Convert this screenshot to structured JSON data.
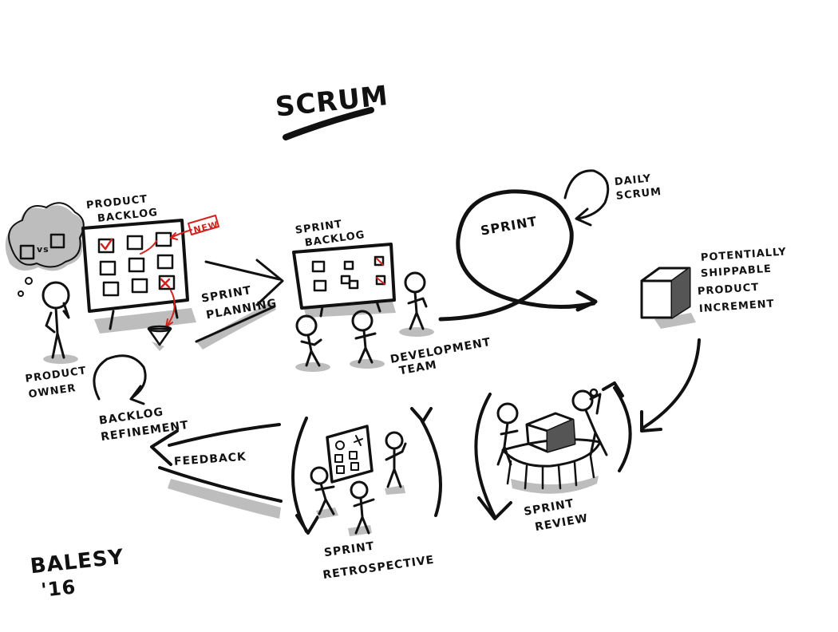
{
  "title": "SCRUM",
  "labels": {
    "product_backlog": [
      "PRODUCT",
      "BACKLOG"
    ],
    "new_tag": "NEW",
    "thought_vs": "vs",
    "product_owner": [
      "PRODUCT",
      "OWNER"
    ],
    "sprint_planning": [
      "SPRINT",
      "PLANNING"
    ],
    "sprint_backlog": [
      "SPRINT",
      "BACKLOG"
    ],
    "sprint": "SPRINT",
    "daily_scrum": [
      "DAILY",
      "SCRUM"
    ],
    "development_team": [
      "DEVELOPMENT",
      "TEAM"
    ],
    "increment": [
      "POTENTIALLY",
      "SHIPPABLE",
      "PRODUCT",
      "INCREMENT"
    ],
    "backlog_refinement": [
      "BACKLOG",
      "REFINEMENT"
    ],
    "feedback": "FEEDBACK",
    "sprint_retrospective": [
      "SPRINT",
      "RETROSPECTIVE"
    ],
    "sprint_review": [
      "SPRINT",
      "REVIEW"
    ],
    "signature": [
      "BALESY",
      "'16"
    ]
  },
  "colors": {
    "ink": "#111111",
    "shadow": "#bdbdbd",
    "accent": "#d2231f"
  }
}
